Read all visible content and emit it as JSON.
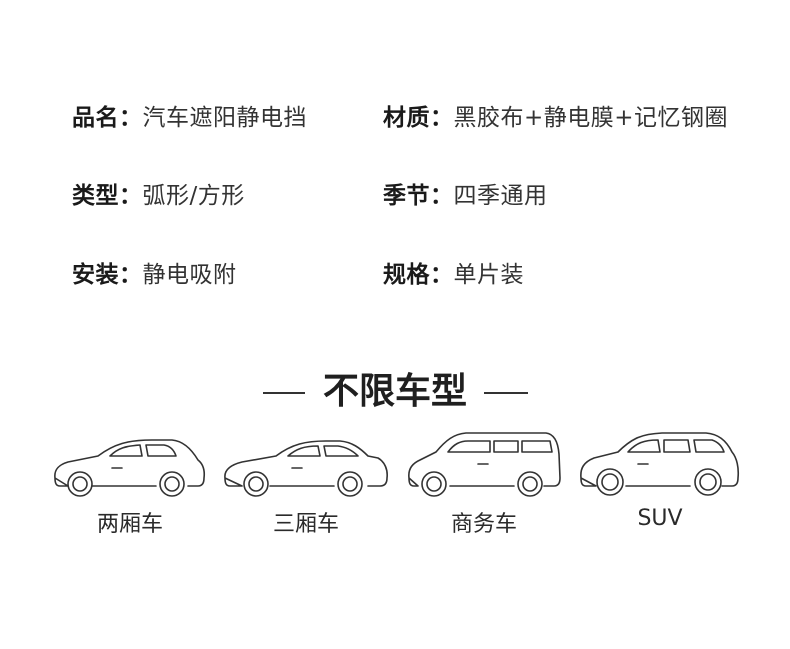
{
  "specs": [
    {
      "key": "品名：",
      "value": "汽车遮阳静电挡"
    },
    {
      "key": "材质：",
      "value": "黑胶布+静电膜+记忆钢圈"
    },
    {
      "key": "类型：",
      "value": "弧形/方形"
    },
    {
      "key": "季节：",
      "value": "四季通用"
    },
    {
      "key": "安装：",
      "value": "静电吸附"
    },
    {
      "key": "规格：",
      "value": "单片装"
    }
  ],
  "section": {
    "title": "不限车型"
  },
  "cars": [
    {
      "label": "两厢车",
      "icon": "hatchback-car-icon"
    },
    {
      "label": "三厢车",
      "icon": "sedan-car-icon"
    },
    {
      "label": "商务车",
      "icon": "mpv-car-icon"
    },
    {
      "label": "SUV",
      "icon": "suv-car-icon"
    }
  ],
  "colors": {
    "text": "#222222",
    "line": "#333333",
    "background": "#ffffff"
  }
}
